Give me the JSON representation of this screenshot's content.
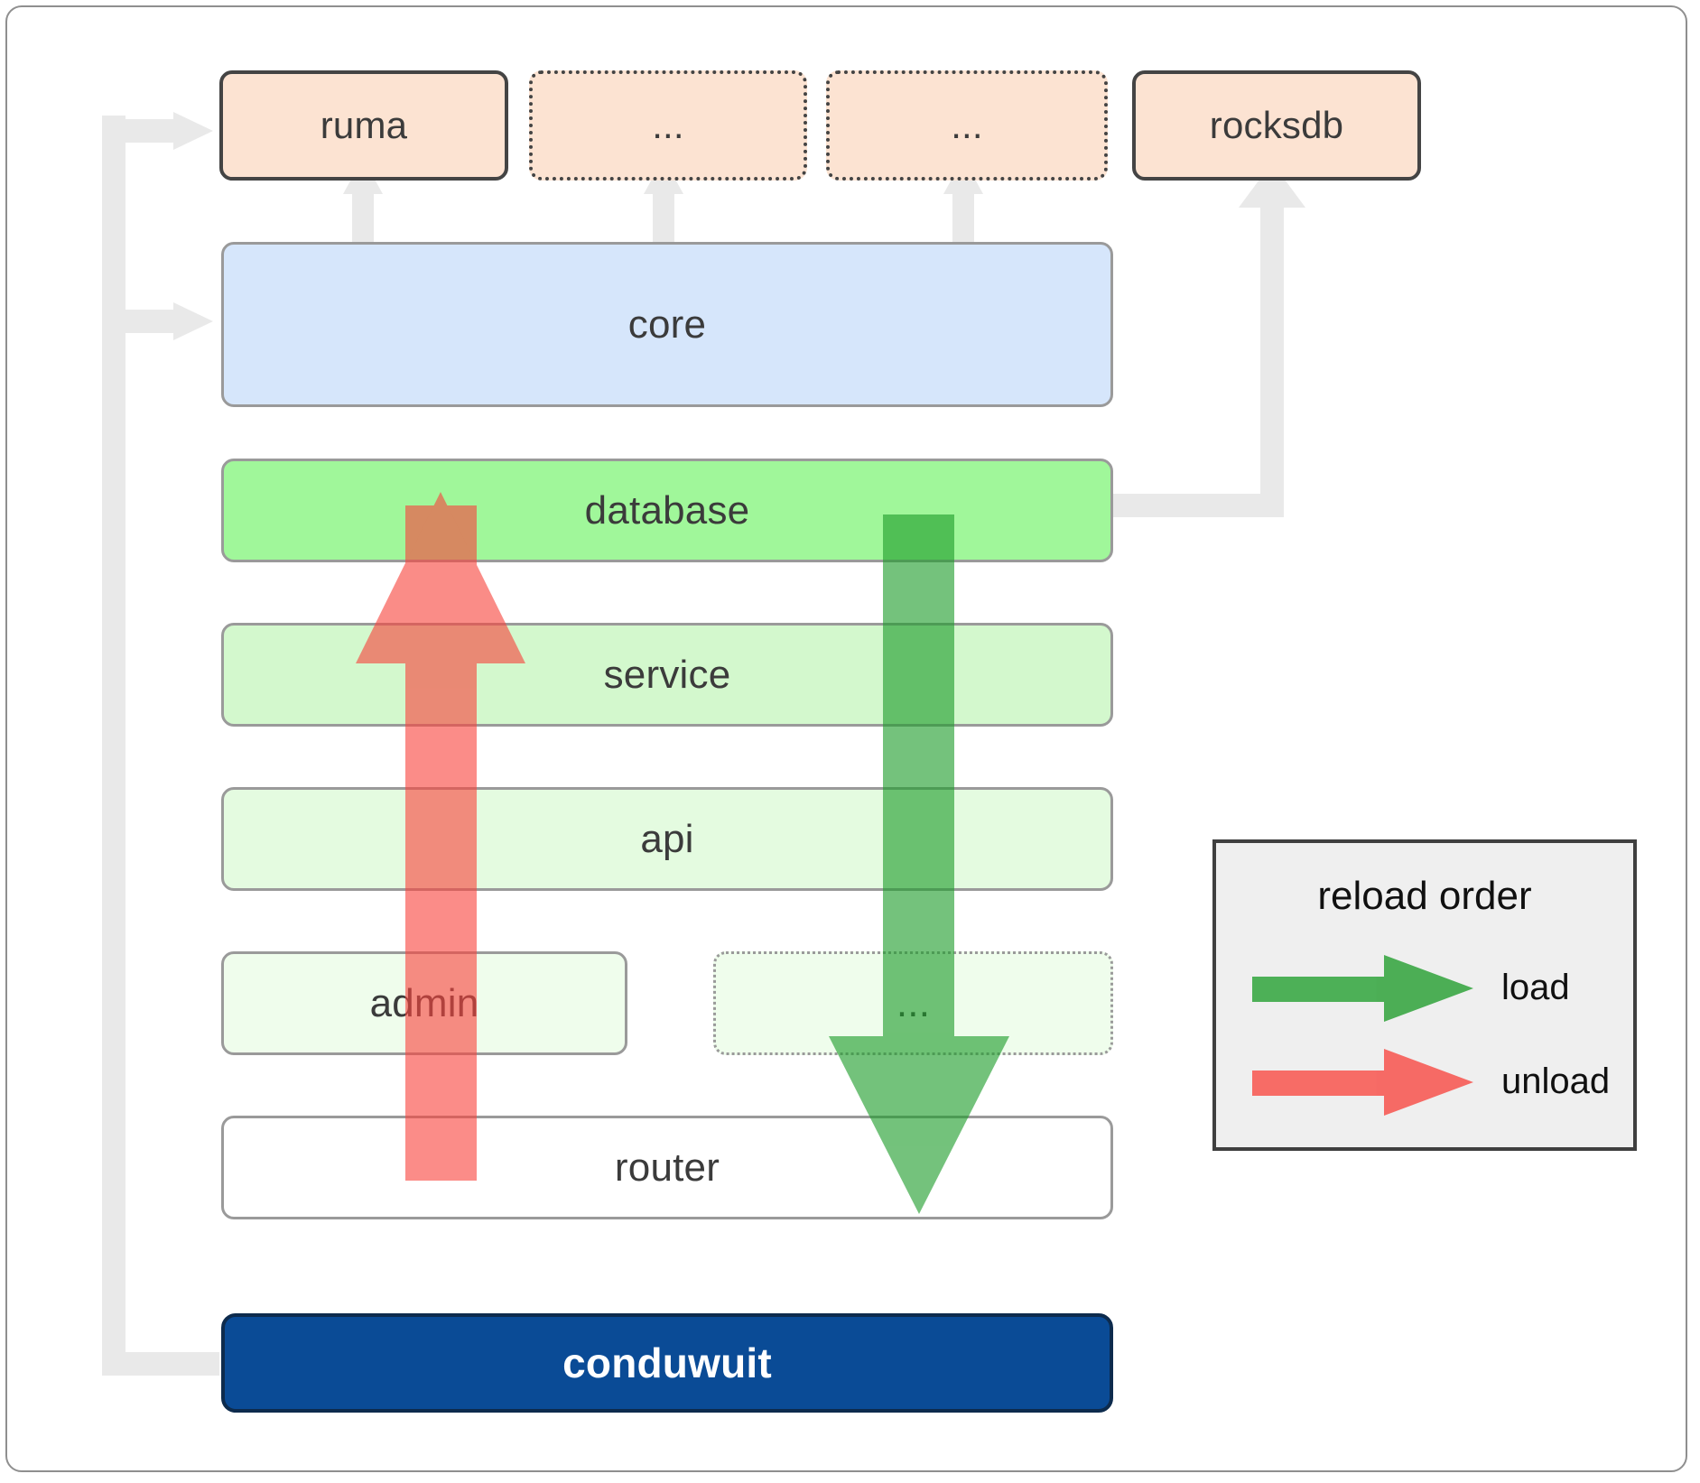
{
  "diagram": {
    "title": "conduwuit crate dependency / reload order diagram",
    "colors": {
      "top_fill": "#fce3d2",
      "core_fill": "#d6e6fb",
      "database_fill": "#a0f79a",
      "service_fill": "#d3f8cd",
      "api_fill": "#e4fbe0",
      "admin_fill": "#effdec",
      "dots_fill": "#effdec",
      "router_fill": "#ffffff",
      "root_fill": "#0a4b96",
      "connector_grey": "#e9e9e9",
      "load_green": "#4caf50",
      "unload_red": "#f97b7b",
      "legend_bg": "#efefef",
      "border_grey": "#9a9a9a",
      "border_dark": "#444444"
    },
    "top_row": [
      {
        "id": "ruma",
        "label": "ruma",
        "border": "solid"
      },
      {
        "id": "dots-1",
        "label": "...",
        "border": "dotted"
      },
      {
        "id": "dots-2",
        "label": "...",
        "border": "dotted"
      },
      {
        "id": "rocksdb",
        "label": "rocksdb",
        "border": "solid"
      }
    ],
    "layers": [
      {
        "id": "core",
        "label": "core",
        "border": "solid"
      },
      {
        "id": "database",
        "label": "database",
        "border": "solid"
      },
      {
        "id": "service",
        "label": "service",
        "border": "solid"
      },
      {
        "id": "api",
        "label": "api",
        "border": "solid"
      },
      {
        "id": "admin",
        "label": "admin",
        "border": "solid"
      },
      {
        "id": "dots-3",
        "label": "...",
        "border": "dotted"
      },
      {
        "id": "router",
        "label": "router",
        "border": "solid"
      }
    ],
    "root": {
      "id": "conduwuit",
      "label": "conduwuit"
    },
    "legend": {
      "title": "reload order",
      "entries": [
        {
          "id": "load",
          "label": "load",
          "color": "#4caf50"
        },
        {
          "id": "unload",
          "label": "unload",
          "color": "#f97b7b"
        }
      ]
    },
    "flow_arrows": [
      {
        "id": "unload-arrow",
        "direction": "up",
        "color": "#f97b7b",
        "from": "router",
        "to": "database"
      },
      {
        "id": "load-arrow",
        "direction": "down",
        "color": "#4caf50",
        "from": "database",
        "to": "router"
      }
    ]
  }
}
